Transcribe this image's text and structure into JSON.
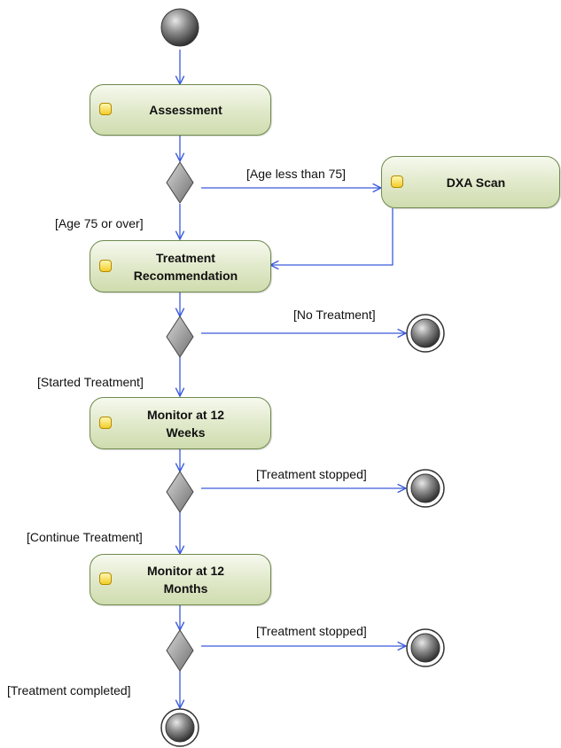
{
  "actions": {
    "assessment": "Assessment",
    "dxa_scan": "DXA Scan",
    "treatment_recommendation": [
      "Treatment",
      "Recommendation"
    ],
    "monitor_weeks": [
      "Monitor at 12",
      "Weeks"
    ],
    "monitor_months": [
      "Monitor at 12",
      "Months"
    ]
  },
  "guards": {
    "age_less_75": "[Age less than 75]",
    "age_75_over": "[Age 75 or over]",
    "no_treatment": "[No Treatment]",
    "started_treatment": "[Started Treatment]",
    "treatment_stopped_1": "[Treatment stopped]",
    "continue_treatment": "[Continue Treatment]",
    "treatment_stopped_2": "[Treatment stopped]",
    "treatment_completed": "[Treatment completed]"
  },
  "colors": {
    "flow_line": "#3b5bdb",
    "action_border": "#6f8a4e",
    "action_fill": "#dfe8c8",
    "node_gray": "#7a7a7a"
  }
}
